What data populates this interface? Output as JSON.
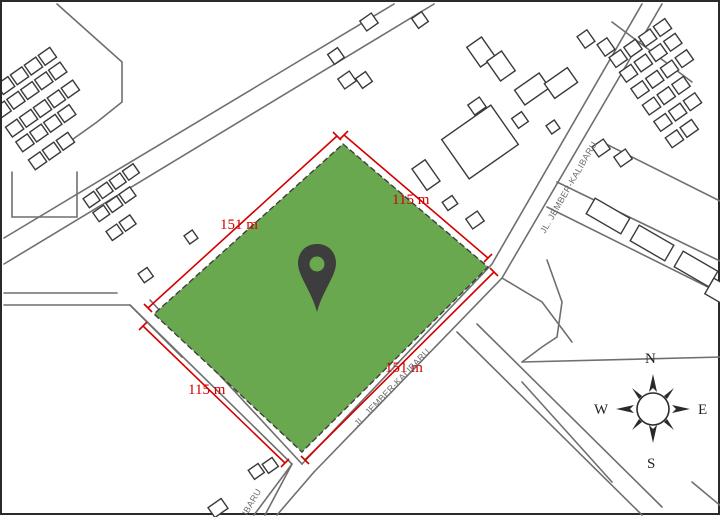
{
  "map": {
    "site": {
      "dimensions": {
        "top_left": "151 m",
        "top_right": "115 m",
        "bottom_left": "115 m",
        "bottom_right": "151 m"
      },
      "fill_color": "#6aa84f",
      "dimension_color": "#d40000",
      "marker_icon": "location-pin-icon"
    },
    "streets": {
      "upper": "JL. JEMBER-KALIBARU",
      "lower": "JL. JEMBER-KALIBARU",
      "bottom_fragment": "IBARU"
    },
    "compass": {
      "north": "N",
      "south": "S",
      "east": "E",
      "west": "W"
    }
  }
}
